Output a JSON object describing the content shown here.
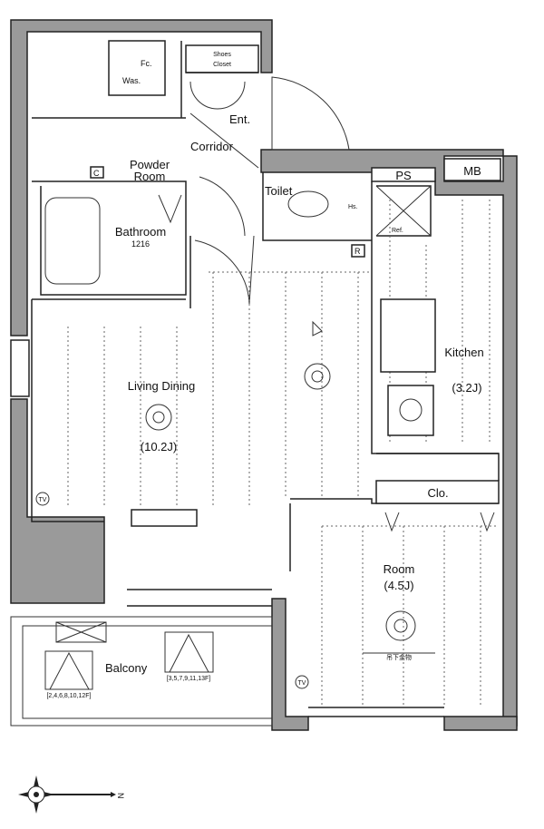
{
  "plan": {
    "rooms": {
      "shoes_closet_1": "Shoes",
      "shoes_closet_2": "Closet",
      "washer": "Was.",
      "fc": "Fc.",
      "entrance": "Ent.",
      "corridor": "Corridor",
      "powder_room_1": "Powder",
      "powder_room_2": "Room",
      "closet_c": "C",
      "bathroom": "Bathroom",
      "bathroom_size": "1216",
      "toilet": "Toilet",
      "hs": "Hs.",
      "ps": "PS",
      "mb": "MB",
      "refrigerator": "Ref.",
      "r_mark": "R",
      "living_dining": "Living Dining",
      "living_dining_size": "(10.2J)",
      "kitchen": "Kitchen",
      "kitchen_size": "(3.2J)",
      "closet": "Clo.",
      "room": "Room",
      "room_size": "(4.5J)",
      "hanging_hardware": "吊下金物",
      "balcony": "Balcony",
      "even_floors": "[2,4,6,8,10,12F]",
      "odd_floors": "[3,5,7,9,11,13F]",
      "tv_1": "TV",
      "tv_2": "TV",
      "north": "N"
    }
  }
}
